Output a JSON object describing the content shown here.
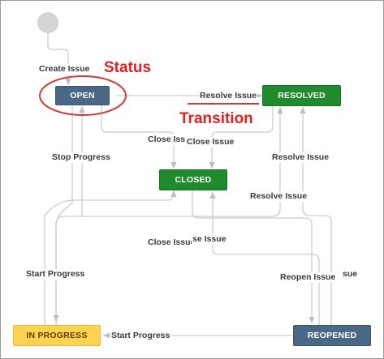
{
  "statuses": {
    "open": "OPEN",
    "resolved": "RESOLVED",
    "closed": "CLOSED",
    "in_progress": "IN PROGRESS",
    "reopened": "REOPENED"
  },
  "transitions": {
    "create_issue": "Create Issue",
    "resolve_issue_top": "Resolve Issue",
    "close_issue_left": "Close Iss",
    "close_issue_center": "Close Issue",
    "stop_progress": "Stop Progress",
    "resolve_issue_right": "Resolve Issue",
    "resolve_issue_mid": "Resolve Issue",
    "close_issue_lower_left": "Close Issue",
    "close_issue_lower_right": "se Issue",
    "start_progress_left": "Start Progress",
    "reopen_issue": "Reopen Issue",
    "issue_fragment": "sue",
    "start_progress_bottom": "Start Progress"
  },
  "annotations": {
    "status": "Status",
    "transition": "Transition"
  },
  "colors": {
    "open": "#4a6785",
    "reopened": "#4a6785",
    "resolved": "#1f8b2d",
    "closed": "#1f8b2d",
    "in_progress": "#ffd351",
    "annotation": "#e02020",
    "edge": "#c8c8c8"
  }
}
